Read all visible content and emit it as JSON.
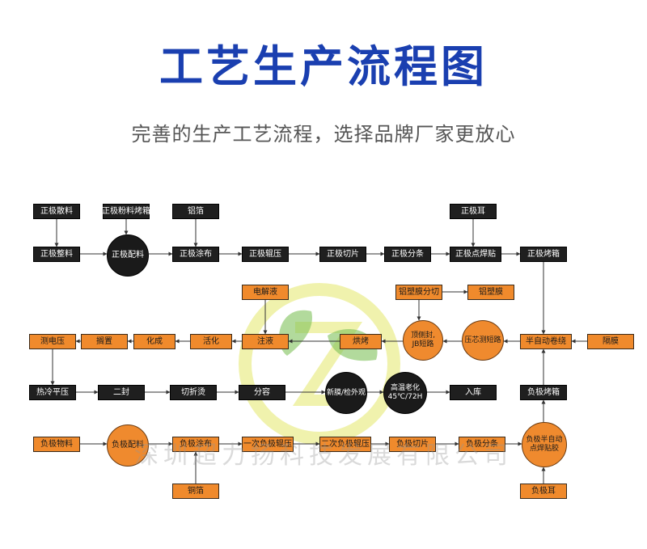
{
  "header": {
    "title": "工艺生产流程图",
    "subtitle": "完善的生产工艺流程，选择品牌厂家更放心"
  },
  "colors": {
    "title": "#1a3fb0",
    "dark_node": "#1f1f1f",
    "orange_node": "#f08a2c",
    "arrow": "#333333"
  },
  "watermark": "深圳超力扬科技发展有限公司",
  "nodes": {
    "zjsl": "正极散料",
    "zjflhx": "正极粉料烤箱",
    "lb": "铝箔",
    "zje": "正极耳",
    "zjzl": "正极整料",
    "zjpl": "正极配料",
    "zjtb": "正极涂布",
    "zjgy": "正极辊压",
    "zjqp": "正极切片",
    "zjft": "正极分条",
    "zjdhz": "正极点焊贴",
    "zjhx": "正极烤箱",
    "dny": "电解液",
    "lsmfq": "铝塑膜分切",
    "lsm": "铝塑膜",
    "cdy": "测电压",
    "gz": "搁置",
    "hc": "化成",
    "hh": "活化",
    "zy": "注液",
    "hk": "烘烤",
    "dcf": "顶侧封,\nJB短路",
    "yxcdl": "压芯测短路",
    "bzdjr": "半自动卷绕",
    "gm": "隔膜",
    "rlpy": "热冷平压",
    "ef": "二封",
    "qzt": "切折烫",
    "fr": "分容",
    "xmjwg": "新膜/检外观",
    "gwlh": "高温老化\n45℃/72H",
    "rk": "入库",
    "fjhx": "负极烤箱",
    "fjwl": "负极物料",
    "fjpl": "负极配料",
    "fjtb": "负极涂布",
    "ycfjgy": "一次负极辊压",
    "ecfjgy": "二次负极辊压",
    "fjqp": "负极切片",
    "fjft": "负极分条",
    "fjbzd": "负极半自动\n点焊贴胶",
    "tb": "铜箔",
    "fje": "负极耳"
  }
}
